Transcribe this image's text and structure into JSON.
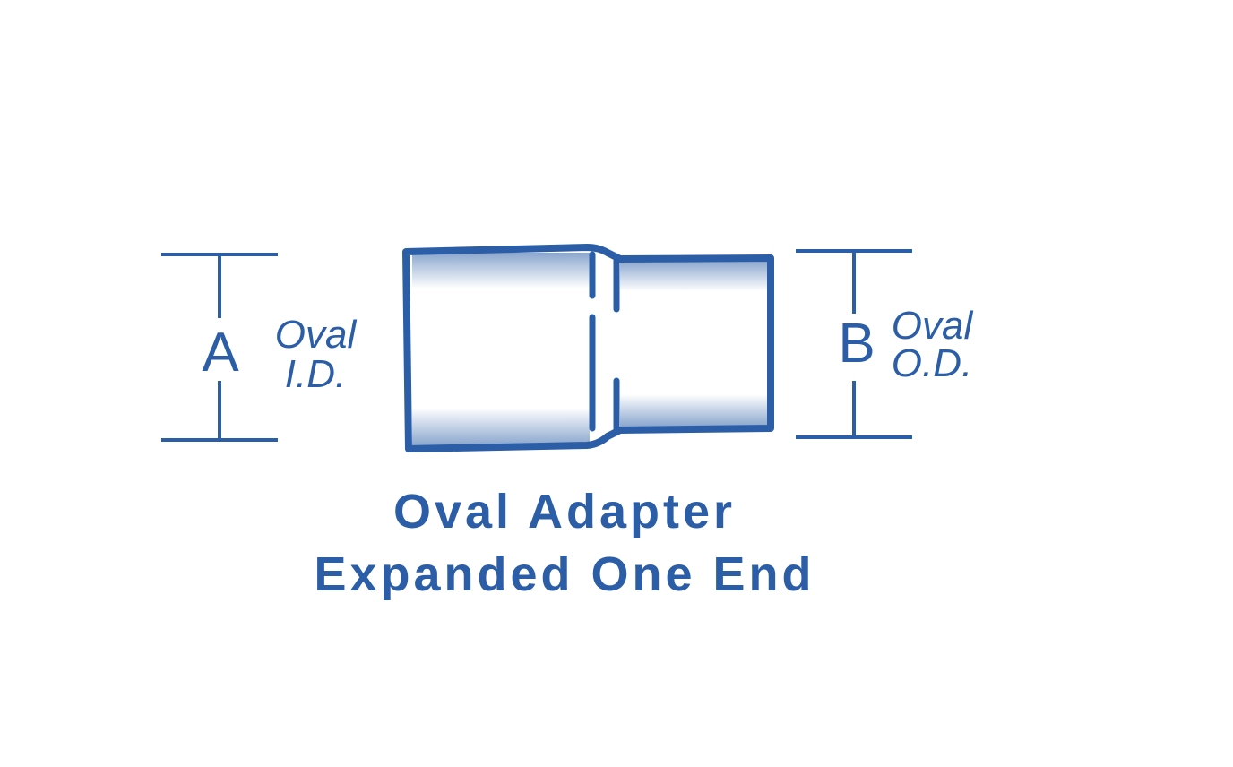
{
  "colors": {
    "ink": "#2b5ea6",
    "background": "#ffffff"
  },
  "dimension_a": {
    "letter": "A",
    "line1": "Oval",
    "line2": "I.D."
  },
  "dimension_b": {
    "letter": "B",
    "line1": "Oval",
    "line2": "O.D."
  },
  "caption": {
    "line1": "Oval Adapter",
    "line2": "Expanded One End"
  }
}
